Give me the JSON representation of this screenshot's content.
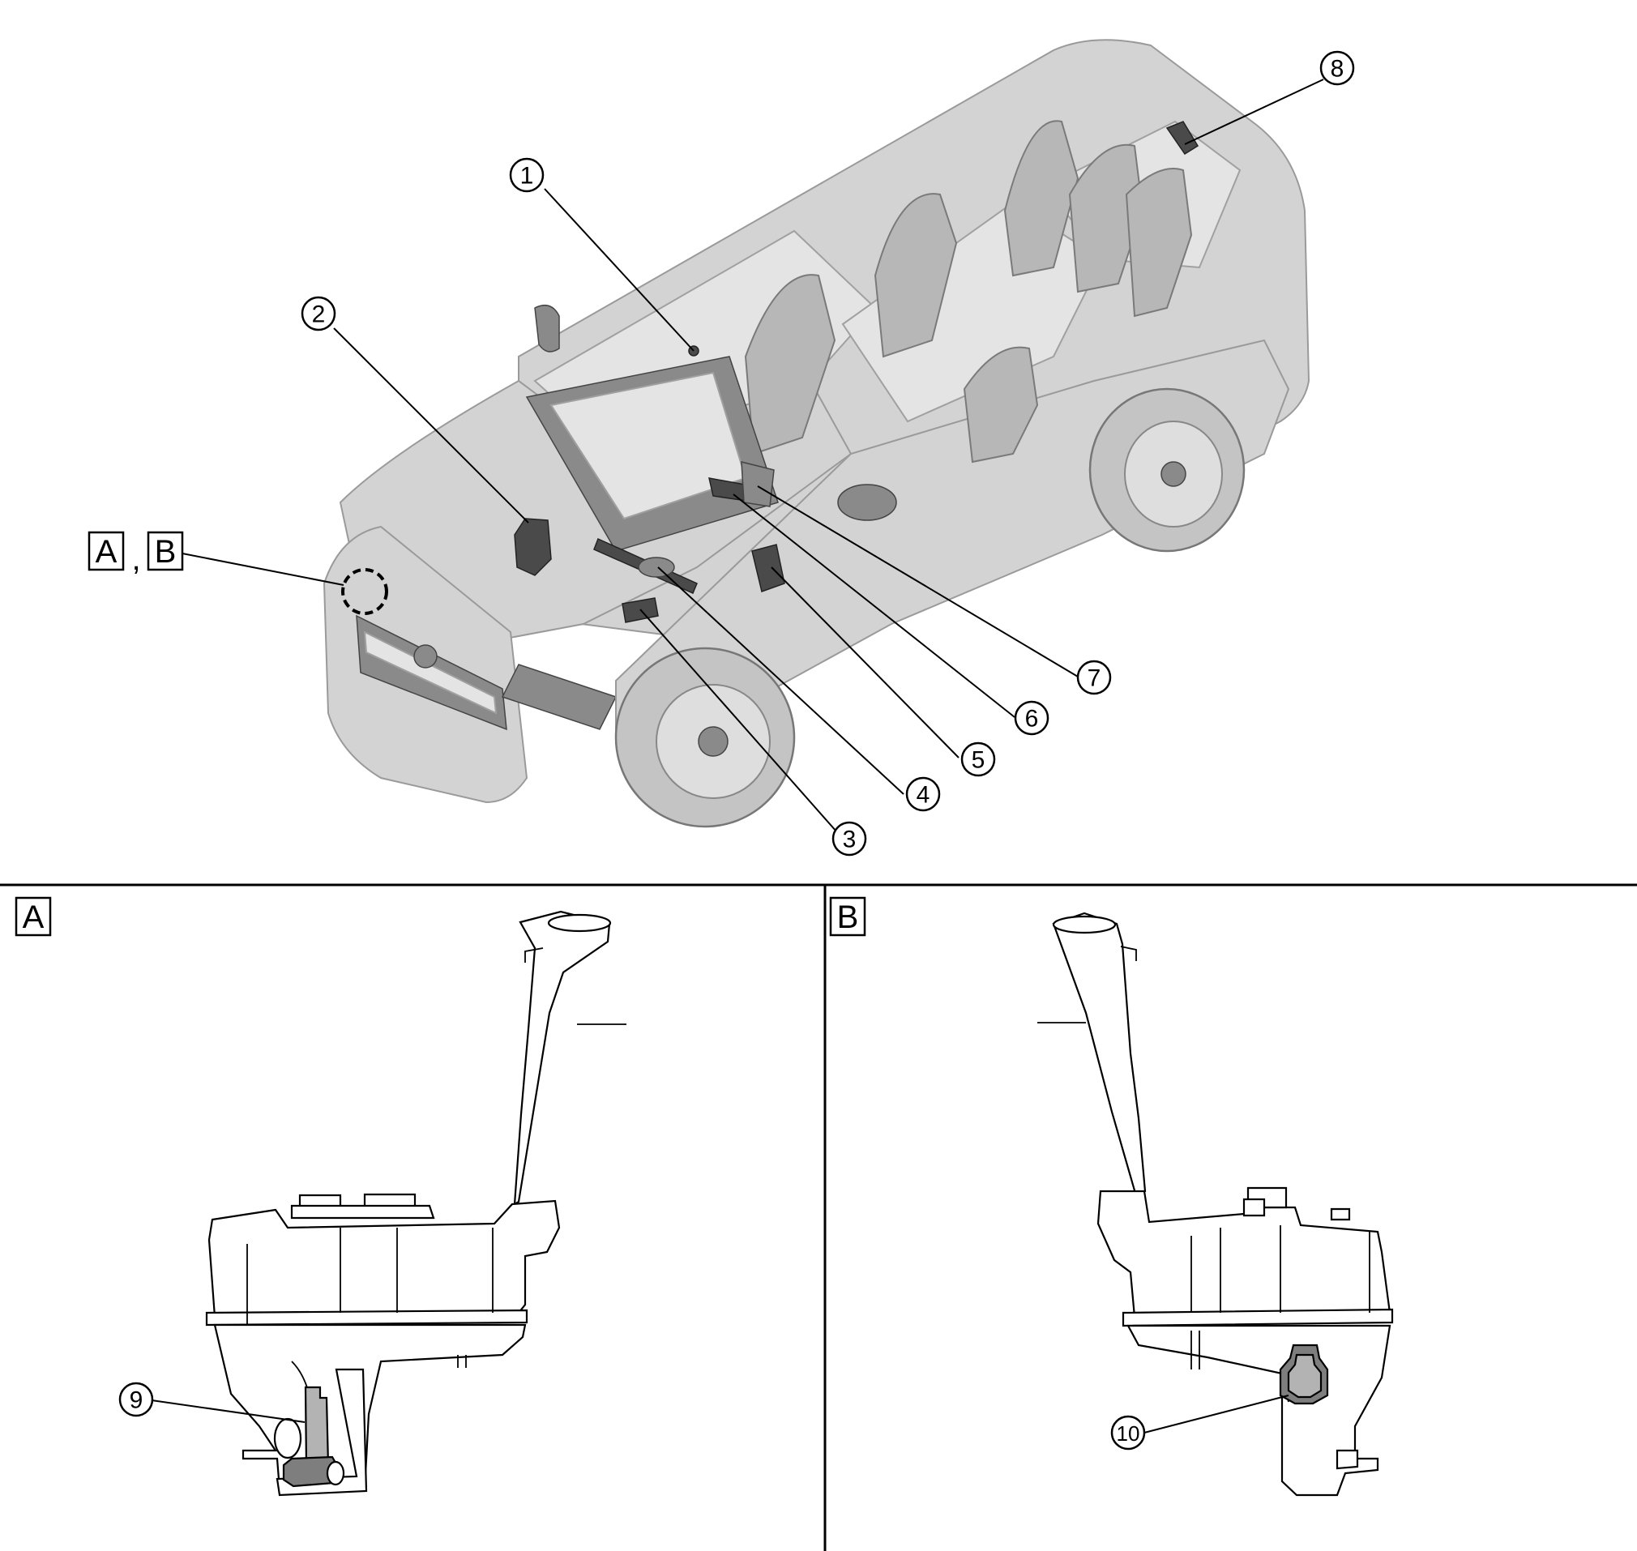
{
  "callouts": {
    "c1": "1",
    "c2": "2",
    "c3": "3",
    "c4": "4",
    "c5": "5",
    "c6": "6",
    "c7": "7",
    "c8": "8",
    "c9": "9",
    "c10": "10"
  },
  "views": {
    "ref_a": "A",
    "ref_sep": ",",
    "ref_b": "B",
    "panel_a": "A",
    "panel_b": "B"
  },
  "colors": {
    "vehicle_body": "#d3d3d3",
    "component": "#4a4a4a",
    "pump": "#b3b3b3",
    "line": "#000000"
  }
}
